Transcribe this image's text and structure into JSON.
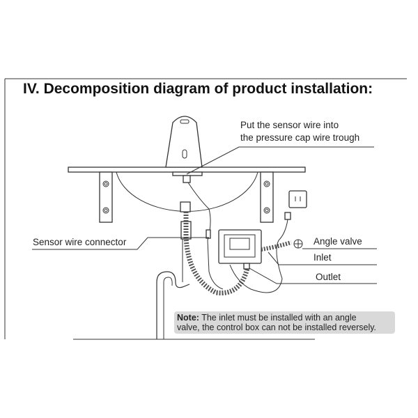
{
  "title": "IV. Decomposition diagram of product installation:",
  "labels": {
    "sensor_wire_line1": "Put the sensor wire into",
    "sensor_wire_line2": "the pressure cap wire trough",
    "sensor_connector": "Sensor wire connector",
    "angle_valve": "Angle valve",
    "inlet": "Inlet",
    "outlet": "Outlet"
  },
  "note": {
    "prefix": "Note:",
    "line1": " The inlet must be installed with an angle",
    "line2": "valve, the control box can not be installed reversely."
  },
  "colors": {
    "note_bg": "#d9d9d9",
    "line": "#333333"
  }
}
